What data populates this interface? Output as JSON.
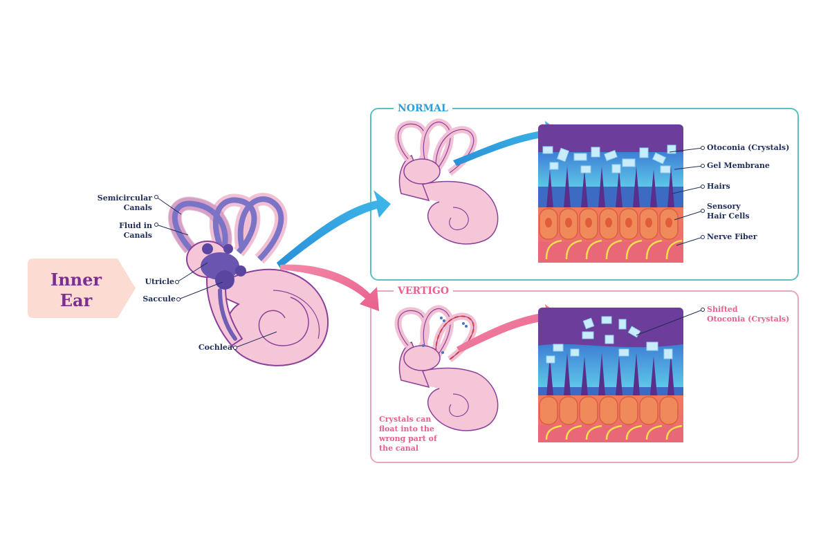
{
  "inner_ear": {
    "title_line1": "Inner",
    "title_line2": "Ear",
    "labels": {
      "semicircular_line1": "Semicircular",
      "semicircular_line2": "Canals",
      "fluid_line1": "Fluid in",
      "fluid_line2": "Canals",
      "utricle": "Utricle",
      "saccule": "Saccule",
      "cochlea": "Cochlea"
    }
  },
  "normal": {
    "title": "NORMAL",
    "labels": {
      "otoconia": "Otoconia (Crystals)",
      "gel": "Gel Membrane",
      "hairs": "Hairs",
      "sensory_line1": "Sensory",
      "sensory_line2": "Hair Cells",
      "nerve": "Nerve Fiber"
    }
  },
  "vertigo": {
    "title": "VERTIGO",
    "shifted_line1": "Shifted",
    "shifted_line2": "Otoconia (Crystals)",
    "note_line1": "Crystals can",
    "note_line2": "float into the",
    "note_line3": "wrong part of",
    "note_line4": "the canal"
  },
  "colors": {
    "normal_accent": "#2a9fd8",
    "vertigo_accent": "#e8608c",
    "normal_border": "#5bbfc0",
    "vertigo_border": "#e8a5bd",
    "tag_fill": "#fcdcd2",
    "title_purple": "#7b2f8e",
    "label_navy": "#1f2d5a"
  }
}
